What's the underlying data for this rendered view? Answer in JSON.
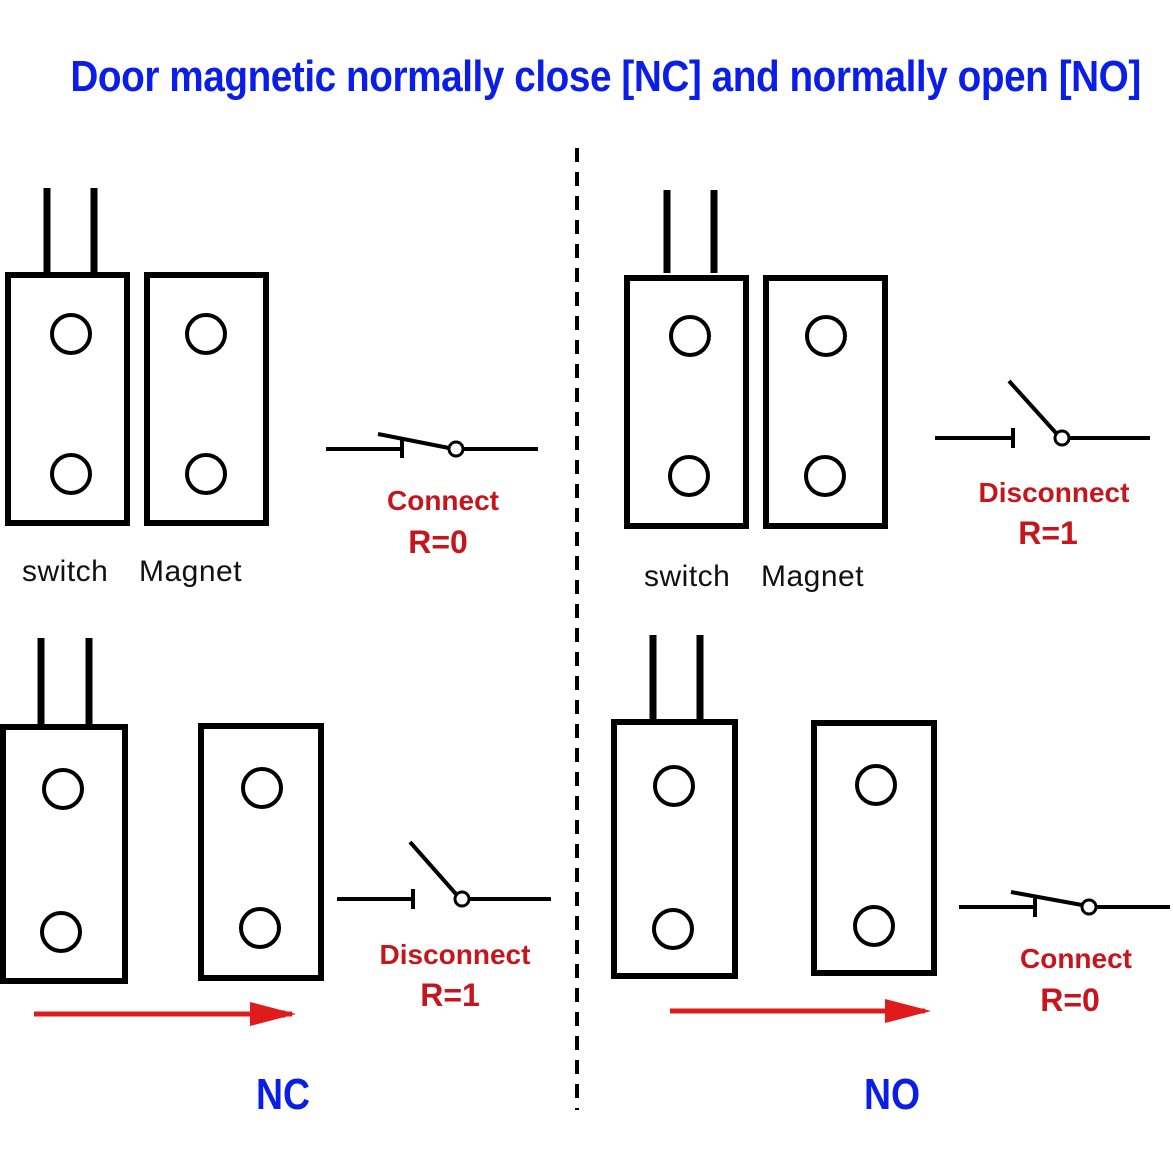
{
  "title": "Door magnetic normally close [NC] and normally open [NO]",
  "colors": {
    "title": "#0a1ee8",
    "state_text": "#c4161c",
    "arrow": "#e01b1b",
    "lines": "#000000"
  },
  "panels": {
    "nc": {
      "mode_label": "NC",
      "closed": {
        "switch_label": "switch",
        "magnet_label": "Magnet",
        "state": "Connect",
        "resistance": "R=0",
        "contact": "closed"
      },
      "apart": {
        "state": "Disconnect",
        "resistance": "R=1",
        "contact": "open",
        "arrow_direction": "right"
      }
    },
    "no": {
      "mode_label": "NO",
      "closed": {
        "switch_label": "switch",
        "magnet_label": "Magnet",
        "state": "Disconnect",
        "resistance": "R=1",
        "contact": "open"
      },
      "apart": {
        "state": "Connect",
        "resistance": "R=0",
        "contact": "closed",
        "arrow_direction": "right"
      }
    }
  }
}
